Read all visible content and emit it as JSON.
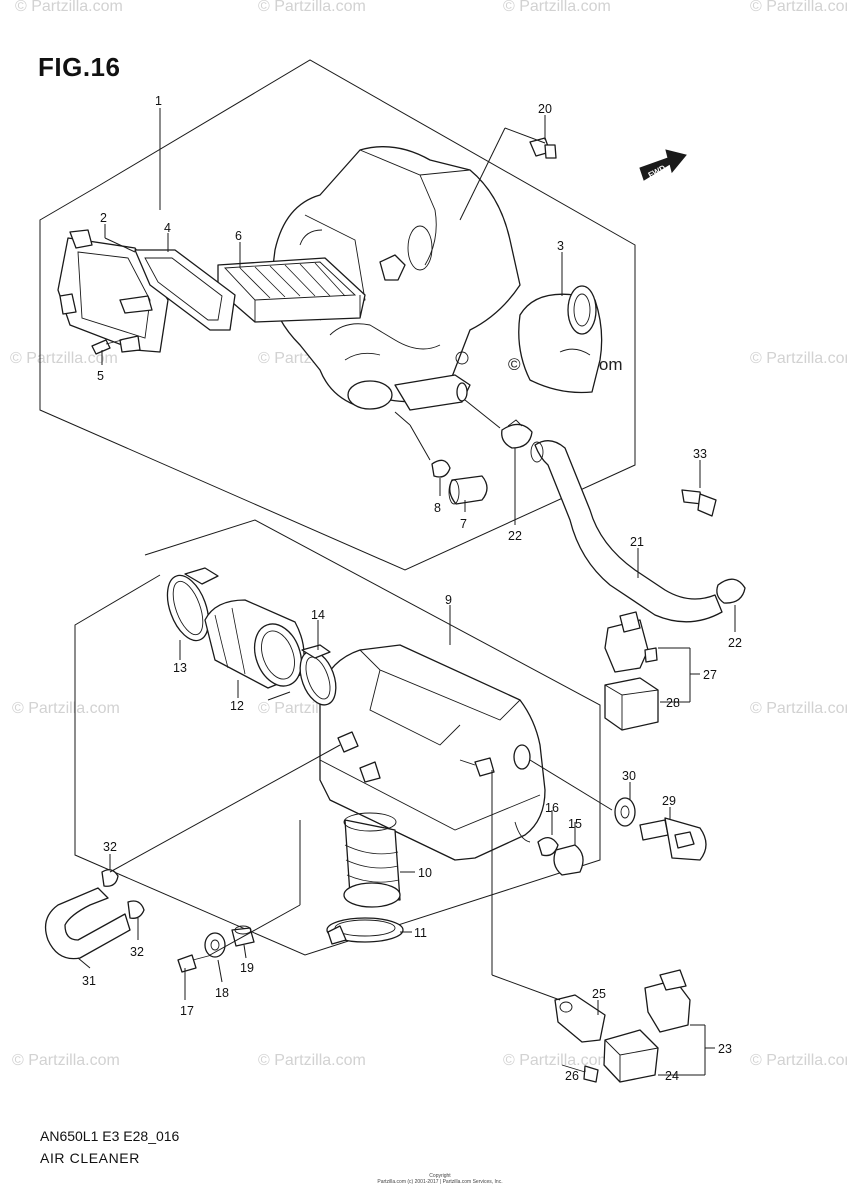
{
  "figure": {
    "title": "FIG.16",
    "model_code": "AN650L1 E3 E28_016",
    "caption": "AIR CLEANER",
    "copyright_line1": "Copyright",
    "copyright_line2": "Partzilla.com (c) 2001-2017 | Partzilla.com Services, Inc."
  },
  "watermarks": {
    "partzilla": "© Partzilla.com",
    "center": "© Partzilla.com"
  },
  "arrow": {
    "label": "FWD"
  },
  "callouts": [
    "1",
    "2",
    "3",
    "4",
    "5",
    "6",
    "7",
    "8",
    "9",
    "10",
    "11",
    "12",
    "13",
    "14",
    "15",
    "16",
    "17",
    "18",
    "19",
    "20",
    "21",
    "22",
    "23",
    "24",
    "25",
    "26",
    "27",
    "28",
    "29",
    "30",
    "31",
    "32",
    "33"
  ]
}
